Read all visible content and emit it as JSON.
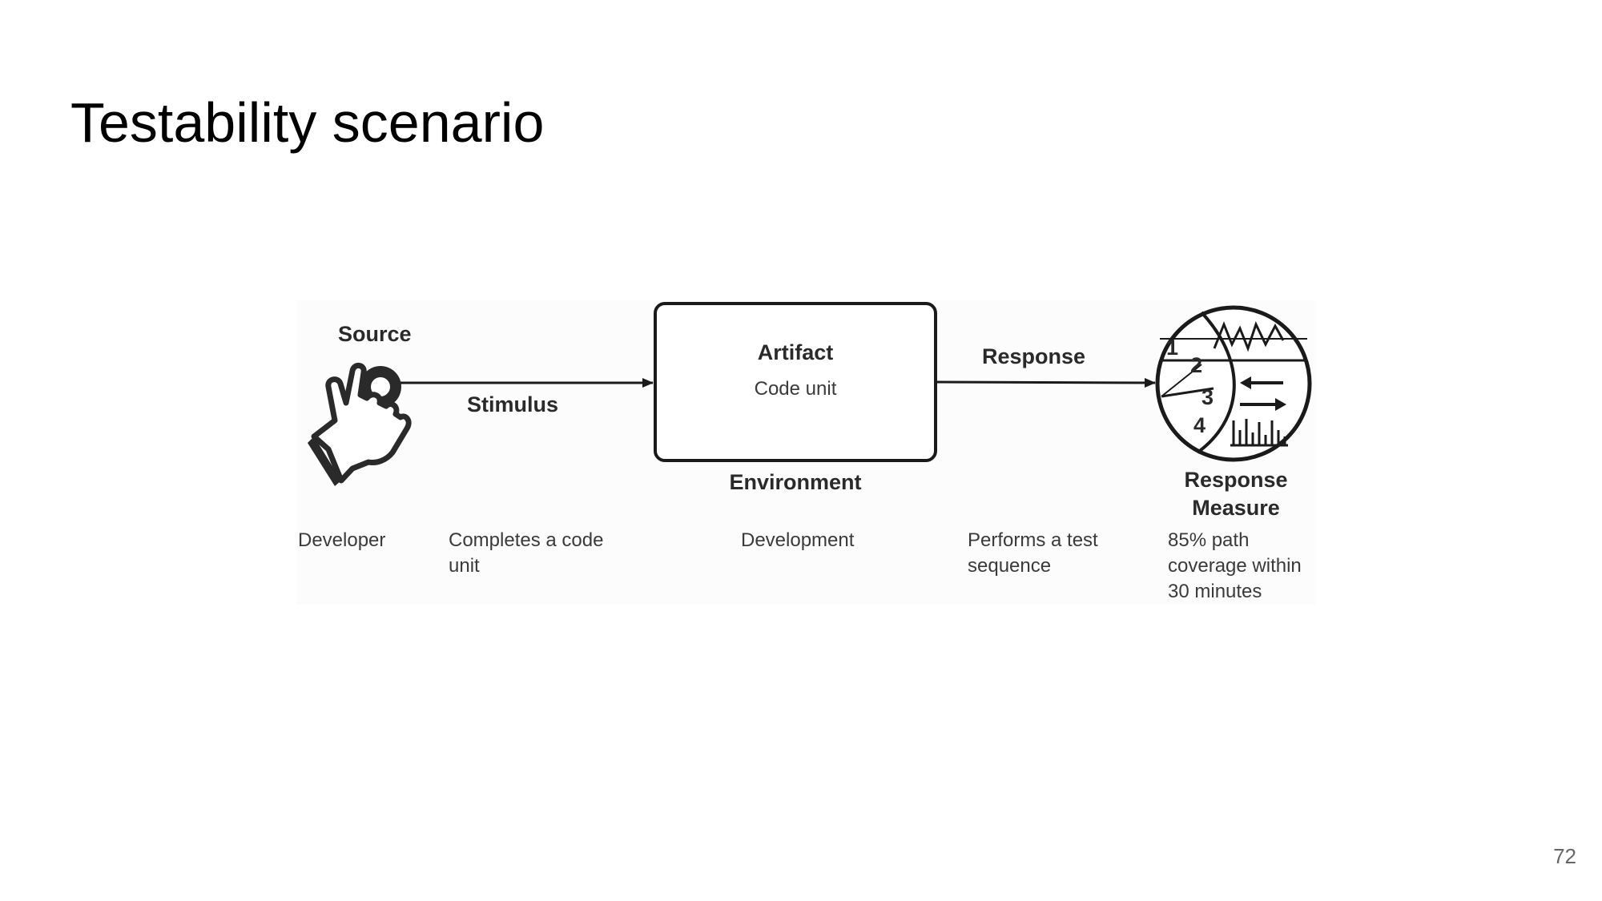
{
  "slide": {
    "title": "Testability scenario",
    "page_number": "72"
  },
  "diagram": {
    "source_label": "Source",
    "stimulus_label": "Stimulus",
    "artifact_label": "Artifact",
    "artifact_value": "Code unit",
    "environment_label": "Environment",
    "response_label": "Response",
    "response_measure_label_line1": "Response",
    "response_measure_label_line2": "Measure",
    "gauge_numbers": [
      "1",
      "2",
      "3",
      "4"
    ],
    "icons": [
      "hand-pointer-icon",
      "response-measure-gauge-icon"
    ]
  },
  "values": {
    "source": "Developer",
    "stimulus_line1": "Completes a code",
    "stimulus_line2": "unit",
    "environment": "Development",
    "response_line1": "Performs a test",
    "response_line2": "sequence",
    "measure_line1": "85% path",
    "measure_line2": "coverage within",
    "measure_line3": "30 minutes"
  }
}
